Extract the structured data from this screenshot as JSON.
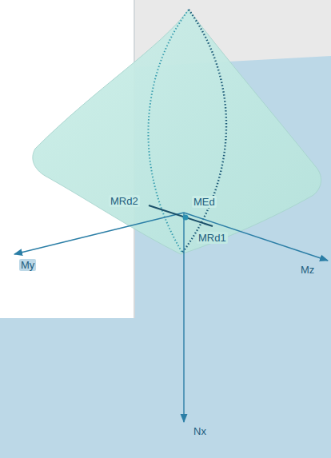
{
  "diagram": {
    "labels": [
      "MRd2",
      "MEd",
      "MRd1",
      "My",
      "Mz",
      "Nx"
    ]
  }
}
